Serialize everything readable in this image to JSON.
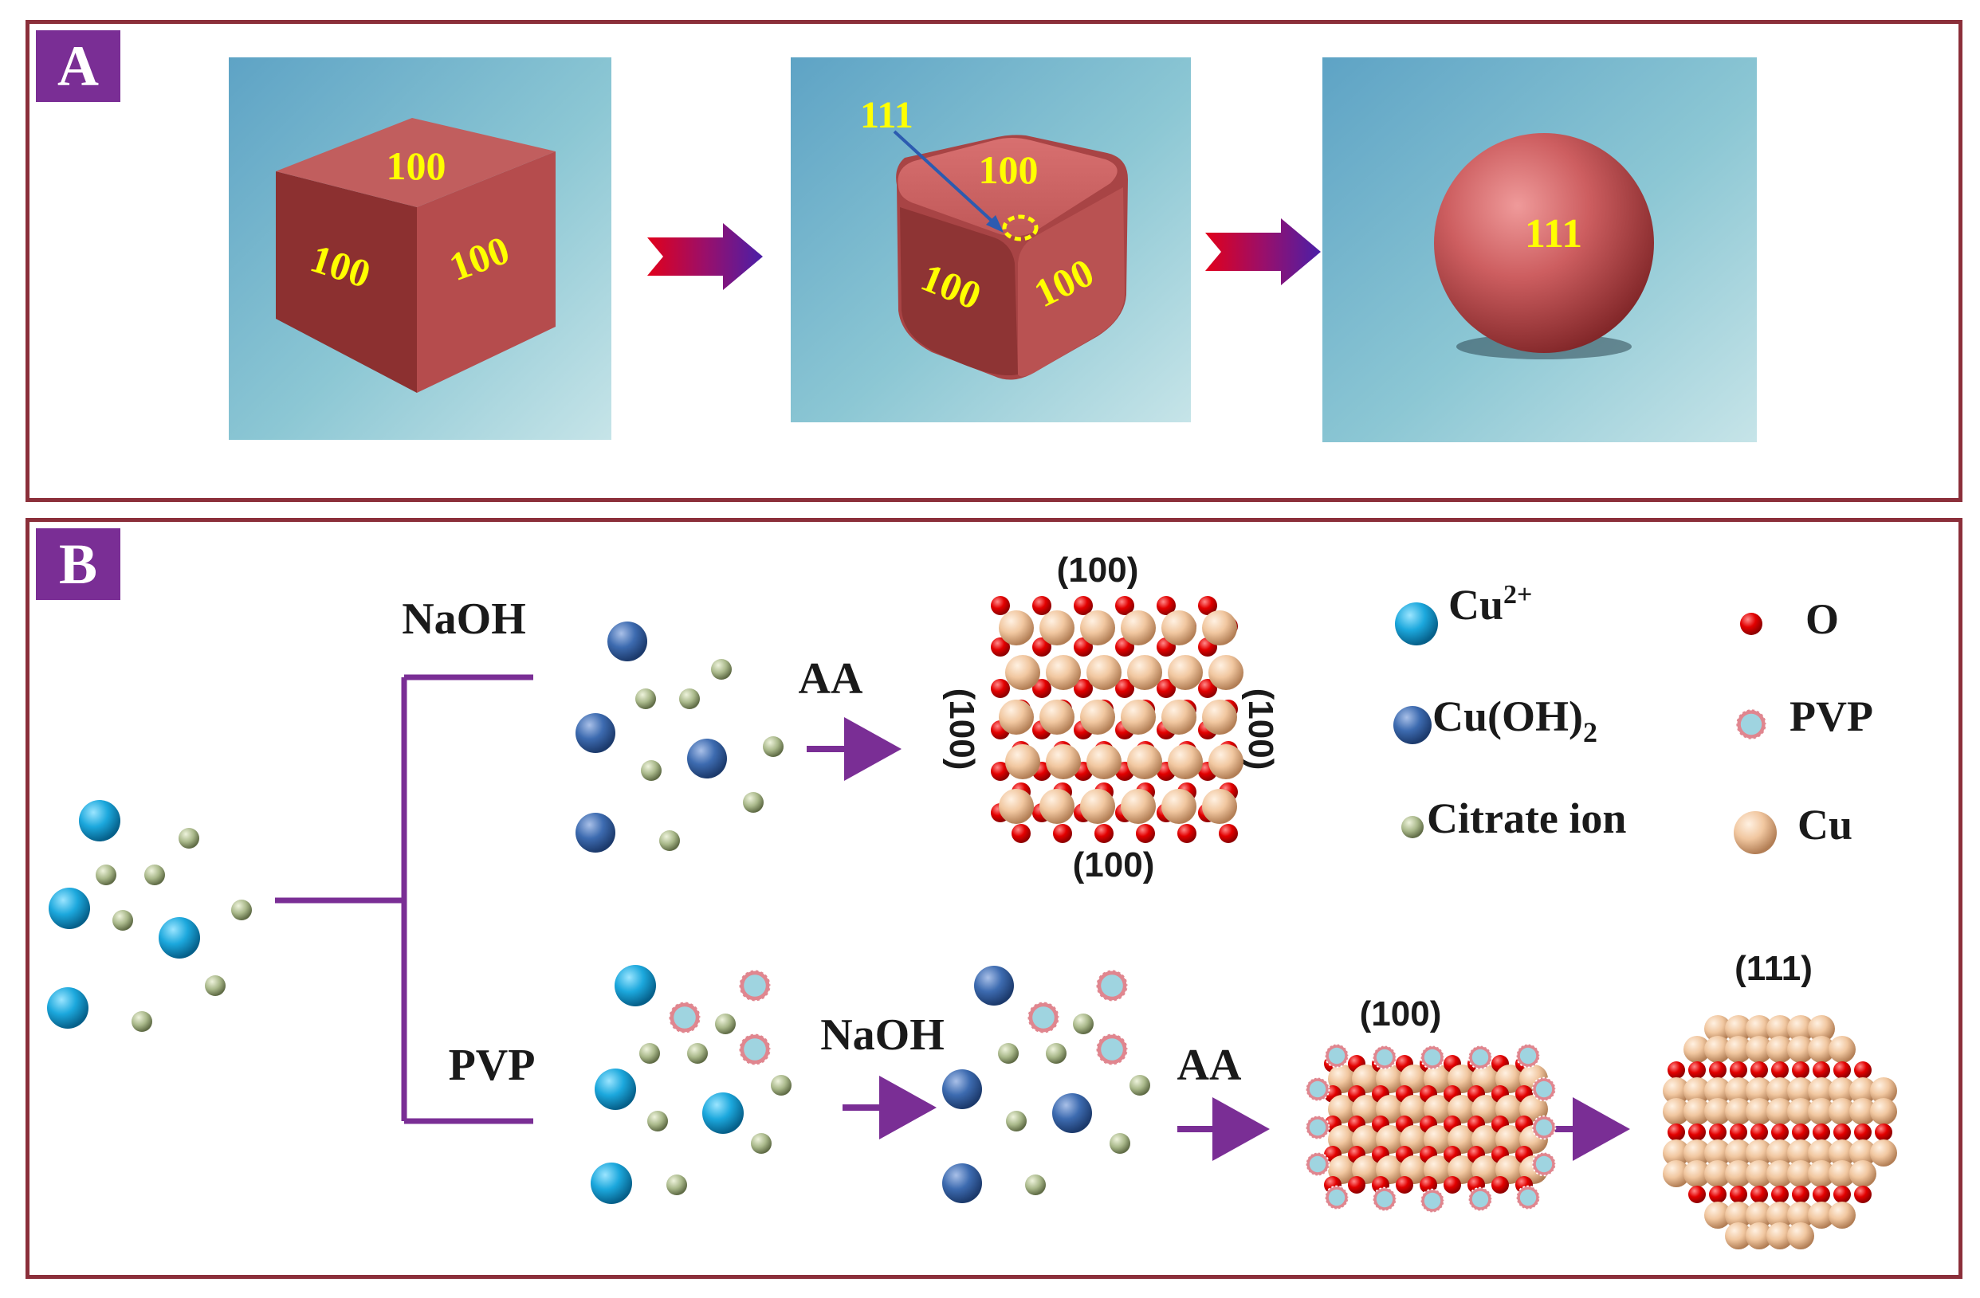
{
  "panel_a": {
    "label": "A",
    "cube": {
      "top_face": "100",
      "left_face": "100",
      "right_face": "100"
    },
    "truncated_cube": {
      "corner_facet": "111",
      "top_face": "100",
      "left_face": "100",
      "right_face": "100"
    },
    "sphere": {
      "facet": "111"
    }
  },
  "panel_b": {
    "label": "B",
    "branch_top": "NaOH",
    "branch_bottom": "PVP",
    "arrow_aa_top": "AA",
    "arrow_naoh_bottom": "NaOH",
    "arrow_aa_bottom": "AA",
    "cube_crystal": {
      "top": "(100)",
      "bottom": "(100)",
      "left": "(100)",
      "right": "(100)"
    },
    "slab_crystal": {
      "top": "(100)"
    },
    "sphere_crystal": {
      "top": "(111)"
    },
    "legend": {
      "cu2": "Cu",
      "cu2_sup": "2+",
      "cuoh2": "Cu(OH)",
      "cuoh2_sub": "2",
      "citrate": "Citrate ion",
      "o": "O",
      "pvp": "PVP",
      "cu": "Cu"
    }
  },
  "colors": {
    "cu2_ion": "#1ca8dd",
    "cu_hydroxide": "#3d6bb0",
    "citrate_ion": "#a9b88a",
    "oxygen": "#e30000",
    "copper": "#f1c7a0",
    "pvp_fill": "#9fd4e0",
    "pvp_ring": "#e0868f",
    "frame": "#8b2f3a",
    "label_bg": "#7a2e95",
    "branch_line": "#7a2e95",
    "facet_label": "#ffff00"
  }
}
